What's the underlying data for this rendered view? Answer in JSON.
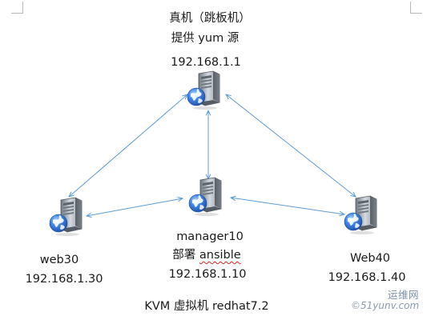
{
  "nodes": {
    "host": {
      "title": "真机（跳板机）",
      "role": "提供 yum 源",
      "ip": "192.168.1.1"
    },
    "manager": {
      "name": "manager10",
      "role_prefix": "部署 ",
      "role_tool": "ansible",
      "ip": "192.168.1.10"
    },
    "web30": {
      "name": "web30",
      "ip": "192.168.1.30"
    },
    "web40": {
      "name": "Web40",
      "ip": "192.168.1.40"
    }
  },
  "caption": "KVM 虚拟机 redhat7.2",
  "watermark": {
    "top": "运维网",
    "bottom": "©51yunv.com"
  },
  "colors": {
    "connector": "#5b9bd5",
    "globe": "#2f6bd6",
    "server_body": "#9aa3ad",
    "spellcheck": "#dd2222"
  },
  "icons": {
    "server": "server-globe-icon"
  }
}
